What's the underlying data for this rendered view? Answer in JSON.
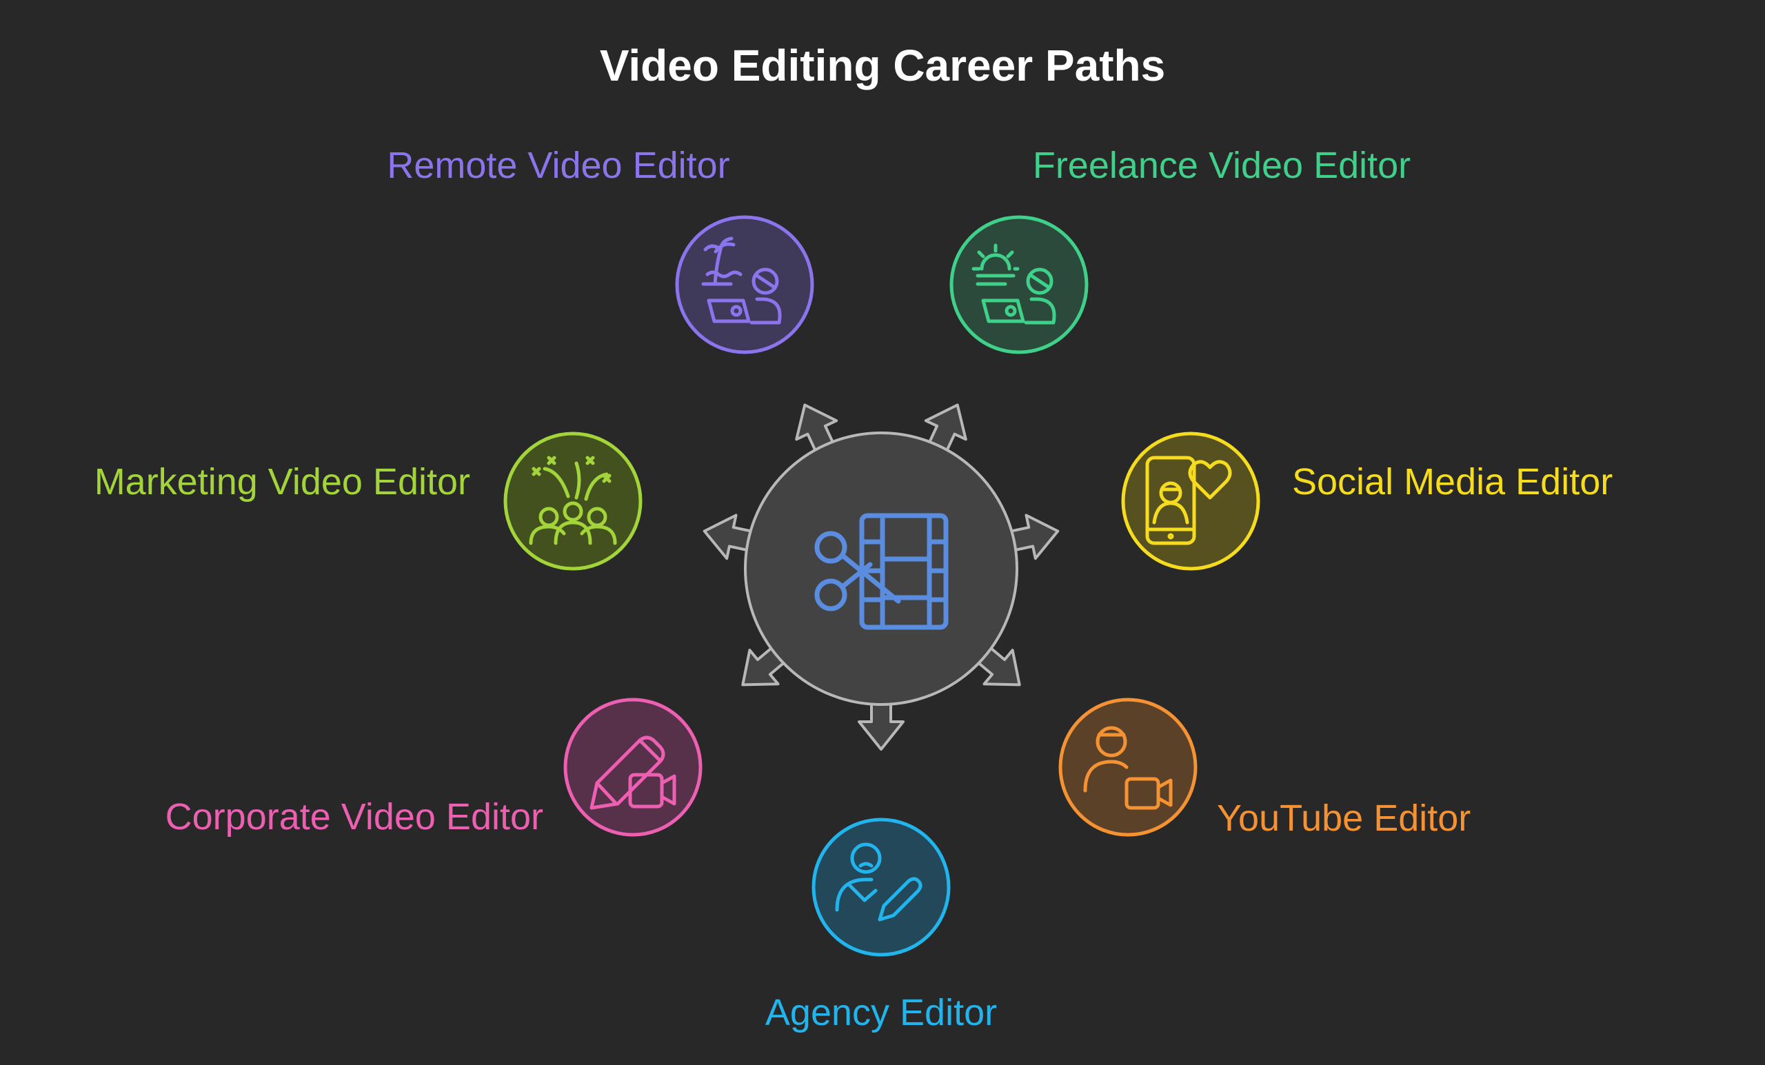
{
  "title": "Video Editing Career Paths",
  "colors": {
    "background": "#282828",
    "hub_fill": "#434343",
    "hub_stroke": "#b8b8b8",
    "hub_icon": "#5a8de0"
  },
  "hub": {
    "icon": "scissors-film-icon"
  },
  "paths": [
    {
      "id": "remote",
      "label": "Remote Video Editor",
      "color": "#8b74ec",
      "fill": "#3f3a5a",
      "icon": "beach-laptop-person-icon"
    },
    {
      "id": "freelance",
      "label": "Freelance Video Editor",
      "color": "#3fd18a",
      "fill": "#2c4a3b",
      "icon": "sunrise-laptop-person-icon"
    },
    {
      "id": "social",
      "label": "Social Media Editor",
      "color": "#f5dc1e",
      "fill": "#57501f",
      "icon": "phone-heart-icon"
    },
    {
      "id": "youtube",
      "label": "YouTube Editor",
      "color": "#f59233",
      "fill": "#5a4128",
      "icon": "person-video-camera-icon"
    },
    {
      "id": "agency",
      "label": "Agency Editor",
      "color": "#22b4ec",
      "fill": "#22485a",
      "icon": "person-pencil-icon"
    },
    {
      "id": "corporate",
      "label": "Corporate Video Editor",
      "color": "#ec5fb1",
      "fill": "#57304a",
      "icon": "pencil-video-camera-icon"
    },
    {
      "id": "marketing",
      "label": "Marketing Video Editor",
      "color": "#a3d53a",
      "fill": "#43511f",
      "icon": "fireworks-group-icon"
    }
  ]
}
